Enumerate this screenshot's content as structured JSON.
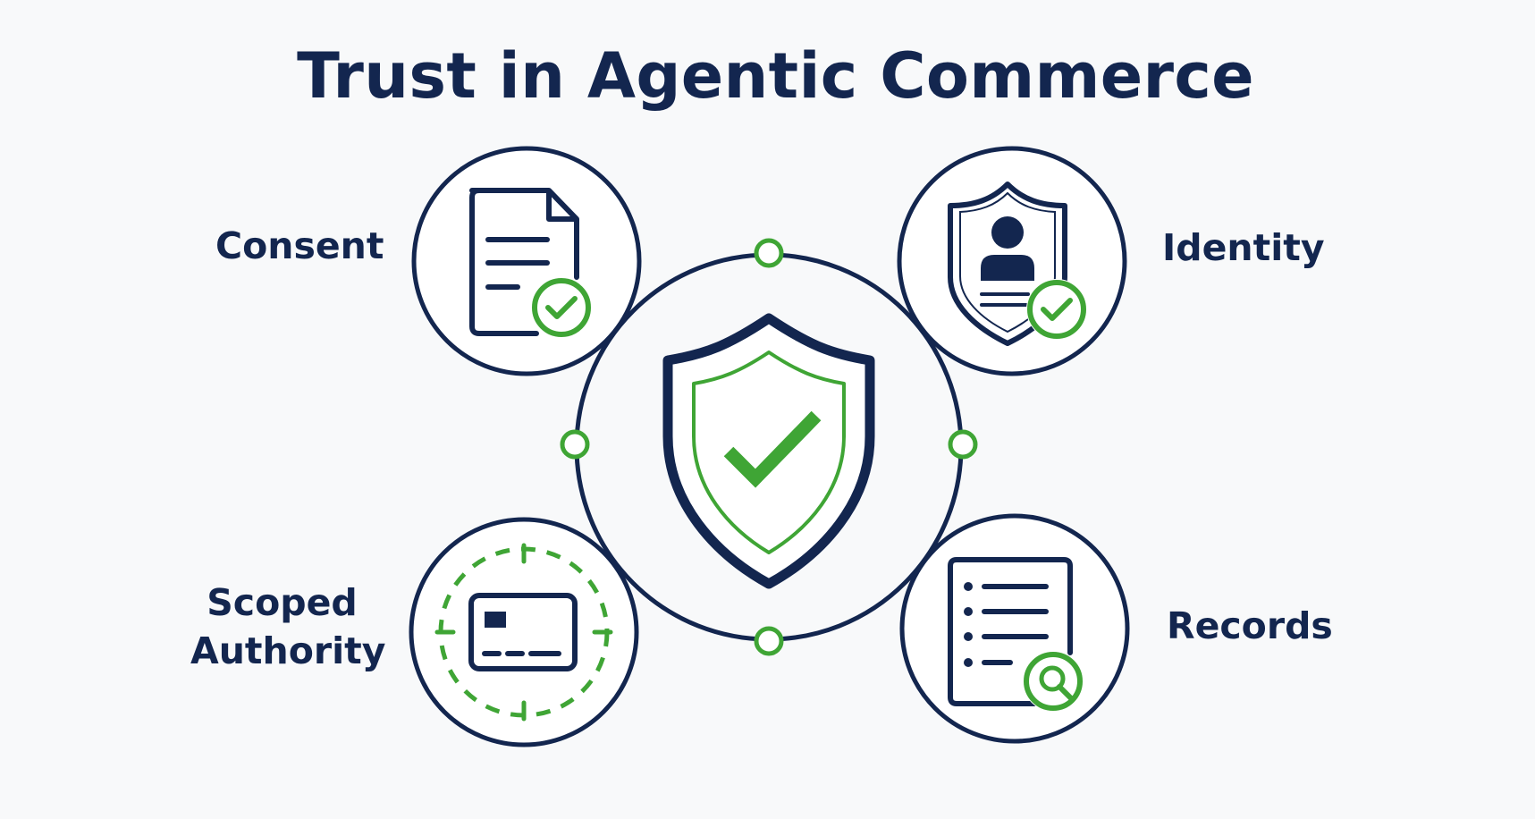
{
  "title": "Trust in Agentic Commerce",
  "nodes": {
    "consent": {
      "label": "Consent",
      "icon": "document-check-icon"
    },
    "identity": {
      "label": "Identity",
      "icon": "user-shield-check-icon"
    },
    "scoped_authority": {
      "label_line1": "Scoped",
      "label_line2": "Authority",
      "icon": "card-target-icon"
    },
    "records": {
      "label": "Records",
      "icon": "list-search-icon"
    }
  },
  "center": {
    "icon": "shield-check-icon"
  },
  "colors": {
    "navy": "#13264f",
    "green": "#3fa535",
    "background": "#f8f9fa"
  }
}
